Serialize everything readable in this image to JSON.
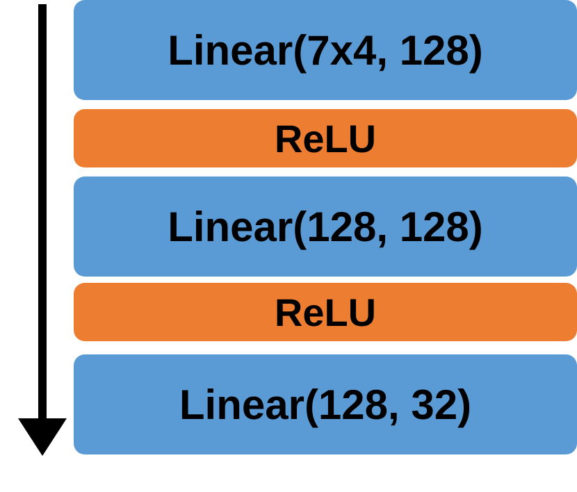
{
  "layers": [
    {
      "label": "Linear(7x4, 128)",
      "type": "linear"
    },
    {
      "label": "ReLU",
      "type": "relu"
    },
    {
      "label": "Linear(128, 128)",
      "type": "linear"
    },
    {
      "label": "ReLU",
      "type": "relu"
    },
    {
      "label": "Linear(128, 32)",
      "type": "linear"
    }
  ],
  "colors": {
    "linear": "#5b9bd5",
    "relu": "#ed7d31",
    "arrow": "#000000",
    "text": "#000000"
  },
  "icons": {
    "flow_arrow": "arrow-down-icon"
  }
}
